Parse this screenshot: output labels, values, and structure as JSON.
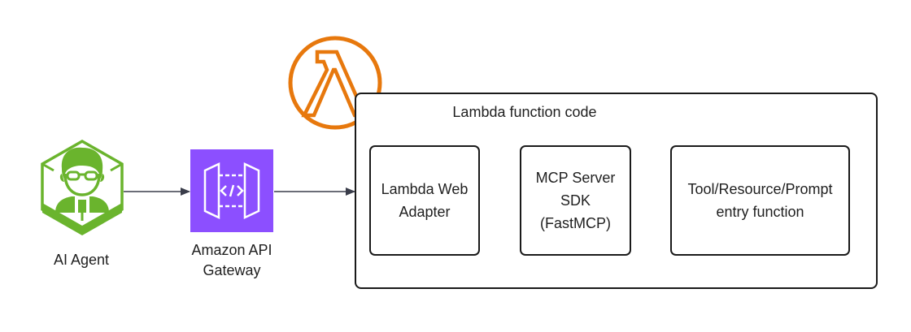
{
  "nodes": {
    "agent": {
      "label": "AI Agent",
      "icon": "ai-agent-icon",
      "color": "#6ab42d"
    },
    "gateway": {
      "label": "Amazon API\nGateway",
      "icon": "api-gateway-icon",
      "color": "#8c4fff"
    },
    "lambda": {
      "icon": "lambda-icon",
      "color": "#e7780d"
    },
    "container": {
      "title": "Lambda function code"
    },
    "web_adapter": {
      "label": "Lambda Web\nAdapter"
    },
    "mcp_sdk": {
      "label": "MCP Server\nSDK\n(FastMCP)"
    },
    "entry": {
      "label": "Tool/Resource/Prompt\nentry function"
    }
  },
  "edges": [
    {
      "from": "AI Agent",
      "to": "Amazon API Gateway"
    },
    {
      "from": "Amazon API Gateway",
      "to": "Lambda function code"
    },
    {
      "from": "Lambda Web Adapter",
      "to": "MCP Server SDK (FastMCP)"
    },
    {
      "from": "MCP Server SDK (FastMCP)",
      "to": "Tool/Resource/Prompt entry function"
    }
  ]
}
